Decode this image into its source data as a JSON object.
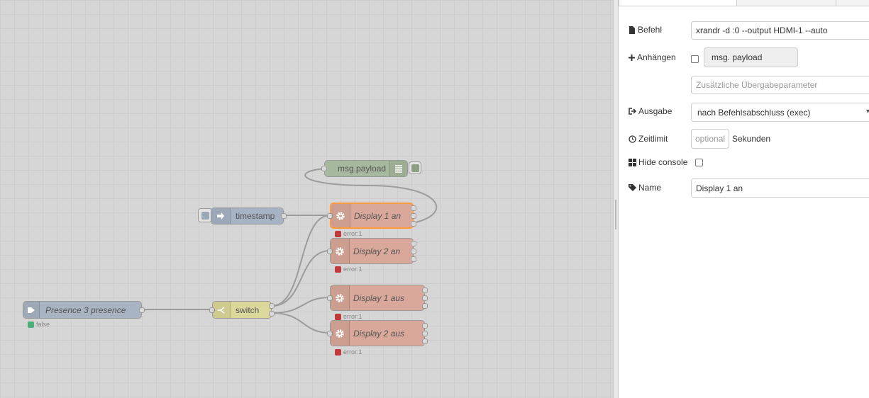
{
  "workspace": {
    "nodes": {
      "msg_payload": {
        "label": "msg.payload"
      },
      "timestamp": {
        "label": "timestamp"
      },
      "presence": {
        "label": "Presence 3 presence",
        "status": "false"
      },
      "switch": {
        "label": "switch"
      },
      "display1an": {
        "label": "Display 1 an",
        "status": "error:1"
      },
      "display2an": {
        "label": "Display 2 an",
        "status": "error:1"
      },
      "display1aus": {
        "label": "Display 1 aus",
        "status": "error:1"
      },
      "display2aus": {
        "label": "Display 2 aus",
        "status": "error:1"
      }
    },
    "colors": {
      "exec": "#d9a89a",
      "debug": "#a6b89e",
      "inject": "#a6b3c4",
      "switch": "#dcd79a",
      "presence": "#a8b4c2",
      "error": "#c0393b",
      "ok": "#4caf7a",
      "selected": "#ff9a3c"
    }
  },
  "panel": {
    "befehl": {
      "label": "Befehl",
      "value": "xrandr -d :0 --output HDMI-1 --auto"
    },
    "anhaengen": {
      "label": "Anhängen",
      "value": "msg. payload"
    },
    "params": {
      "placeholder": "Zusätzliche Übergabeparameter"
    },
    "ausgabe": {
      "label": "Ausgabe",
      "value": "nach Befehlsabschluss (exec)"
    },
    "zeitlimit": {
      "label": "Zeitlimit",
      "placeholder": "optional",
      "unit": "Sekunden"
    },
    "hideconsole": {
      "label": "Hide console"
    },
    "name": {
      "label": "Name",
      "value": "Display 1 an"
    }
  }
}
